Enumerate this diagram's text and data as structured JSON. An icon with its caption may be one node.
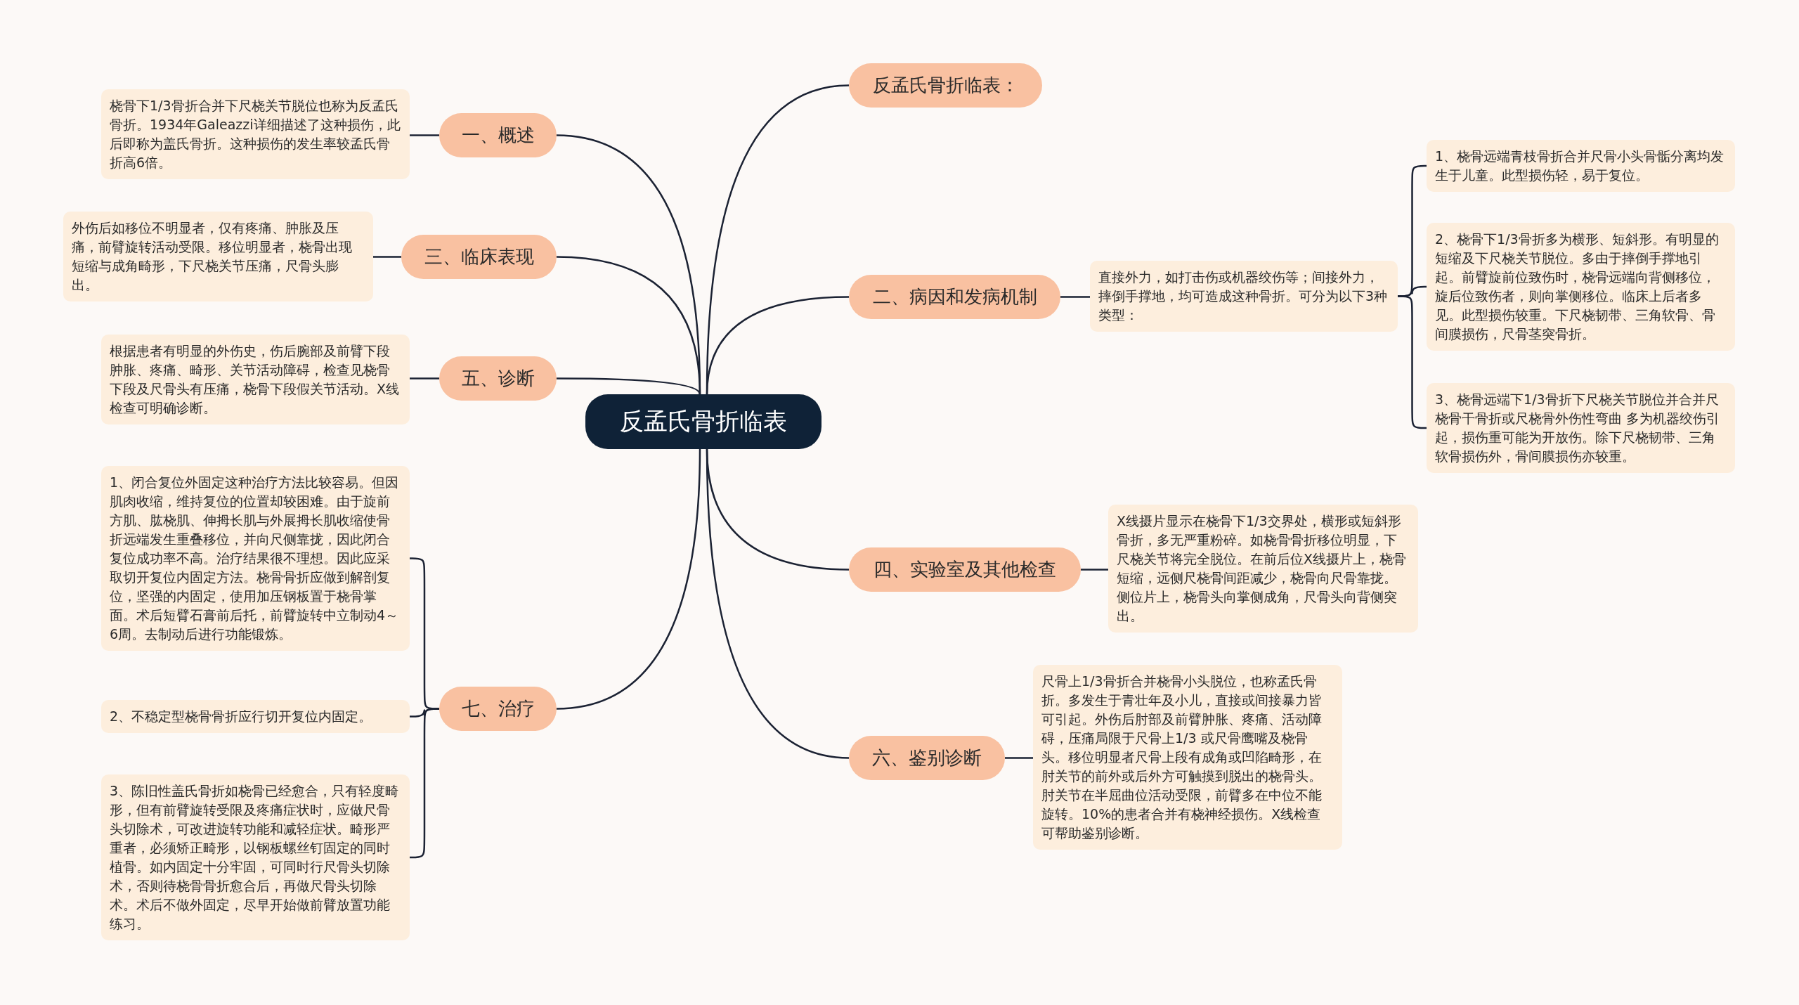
{
  "diagram": {
    "nodes": [
      {
        "text": [
          "反孟氏骨折临表"
        ]
      },
      {
        "text": [
          "反孟氏骨折临表："
        ]
      },
      {
        "text": [
          "一、概述"
        ]
      },
      {
        "text": [
          "桡骨下1/3骨折合并下尺桡关节脱位也称为反孟氏骨折。1934年Galeazzi详细描述了这种损伤，此后即称为盖氏骨折。这种损伤的发生率较孟氏骨折高6倍。"
        ]
      },
      {
        "text": [
          "二、病因和发病机制"
        ]
      },
      {
        "text": [
          "直接外力，如打击伤或机器绞伤等；间接外力，摔倒手撑地，均可造成这种骨折。可分为以下3种类型："
        ]
      },
      {
        "text": [
          "1、桡骨远端青枝骨折合并尺骨小头骨骺分离均发生于儿童。此型损伤轻，易于复位。"
        ]
      },
      {
        "text": [
          "2、桡骨下1/3骨折多为横形、短斜形。有明显的短缩及下尺桡关节脱位。多由于摔倒手撑地引起。前臂旋前位致伤时，桡骨远端向背侧移位，旋后位致伤者，则向掌侧移位。临床上后者多见。此型损伤较重。下尺桡韧带、三角软骨、骨间膜损伤，尺骨茎突骨折。"
        ]
      },
      {
        "text": [
          "3、桡骨远端下1/3骨折下尺桡关节脱位并合并尺桡骨干骨折或尺桡骨外伤性弯曲 多为机器绞伤引起，损伤重可能为开放伤。除下尺桡韧带、三角软骨损伤外，骨间膜损伤亦较重。"
        ]
      },
      {
        "text": [
          "三、临床表现"
        ]
      },
      {
        "text": [
          "外伤后如移位不明显者，仅有疼痛、肿胀及压痛，前臂旋转活动受限。移位明显者，桡骨出现短缩与成角畸形，下尺桡关节压痛，尺骨头膨出。"
        ]
      },
      {
        "text": [
          "四、实验室及其他检查"
        ]
      },
      {
        "text": [
          "X线摄片显示在桡骨下1/3交界处，横形或短斜形骨折，多无严重粉碎。如桡骨骨折移位明显，下尺桡关节将完全脱位。在前后位X线摄片上，桡骨短缩，远侧尺桡骨间距减少，桡骨向尺骨靠拢。侧位片上，桡骨头向掌侧成角，尺骨头向背侧突出。"
        ]
      },
      {
        "text": [
          "五、诊断"
        ]
      },
      {
        "text": [
          "根据患者有明显的外伤史，伤后腕部及前臂下段肿胀、疼痛、畸形、关节活动障碍，检查见桡骨下段及尺骨头有压痛，桡骨下段假关节活动。X线检查可明确诊断。"
        ]
      },
      {
        "text": [
          "六、鉴别诊断"
        ]
      },
      {
        "text": [
          "尺骨上1/3骨折合并桡骨小头脱位，也称孟氏骨折。多发生于青壮年及小儿，直接或间接暴力皆可引起。外伤后肘部及前臂肿胀、疼痛、活动障碍，压痛局限于尺骨上1/3 或尺骨鹰嘴及桡骨头。移位明显者尺骨上段有成角或凹陷畸形，在肘关节的前外或后外方可触摸到脱出的桡骨头。肘关节在半屈曲位活动受限，前臂多在中位不能旋转。10%的患者合并有桡神经损伤。X线检查可帮助鉴别诊断。"
        ]
      },
      {
        "text": [
          "七、治疗"
        ]
      },
      {
        "text": [
          "1、闭合复位外固定这种治疗方法比较容易。但因肌肉收缩，维持复位的位置却较困难。由于旋前方肌、肱桡肌、伸拇长肌与外展拇长肌收缩使骨折远端发生重叠移位，并向尺侧靠拢，因此闭合复位成功率不高。治疗结果很不理想。因此应采取切开复位内固定方法。桡骨骨折应做到解剖复位，坚强的内固定，使用加压钢板置于桡骨掌面。术后短臂石膏前后托，前臂旋转中立制动4～6周。去制动后进行功能锻炼。"
        ]
      },
      {
        "text": [
          "2、不稳定型桡骨骨折应行切开复位内固定。"
        ]
      },
      {
        "text": [
          "3、陈旧性盖氏骨折如桡骨已经愈合，只有轻度畸形，但有前臂旋转受限及疼痛症状时，应做尺骨头切除术，可改进旋转功能和减轻症状。畸形严重者，必须矫正畸形，以钢板螺丝钉固定的同时植骨。如内固定十分牢固，可同时行尺骨头切除术，否则待桡骨骨折愈合后，再做尺骨头切除术。术后不做外固定，尽早开始做前臂放置功能练习。"
        ]
      }
    ],
    "edges": [
      {
        "from": 0,
        "to": 1,
        "arrow": "none"
      },
      {
        "from": 0,
        "to": 2,
        "arrow": "none"
      },
      {
        "from": 2,
        "to": 3,
        "arrow": "none"
      },
      {
        "from": 0,
        "to": 4,
        "arrow": "none"
      },
      {
        "from": 4,
        "to": 5,
        "arrow": "none"
      },
      {
        "from": 5,
        "to": 6,
        "arrow": "none"
      },
      {
        "from": 5,
        "to": 7,
        "arrow": "none"
      },
      {
        "from": 5,
        "to": 8,
        "arrow": "none"
      },
      {
        "from": 0,
        "to": 9,
        "arrow": "none"
      },
      {
        "from": 9,
        "to": 10,
        "arrow": "none"
      },
      {
        "from": 0,
        "to": 11,
        "arrow": "none"
      },
      {
        "from": 11,
        "to": 12,
        "arrow": "none"
      },
      {
        "from": 0,
        "to": 13,
        "arrow": "none"
      },
      {
        "from": 13,
        "to": 14,
        "arrow": "none"
      },
      {
        "from": 0,
        "to": 15,
        "arrow": "none"
      },
      {
        "from": 15,
        "to": 16,
        "arrow": "none"
      },
      {
        "from": 0,
        "to": 17,
        "arrow": "none"
      },
      {
        "from": 17,
        "to": 18,
        "arrow": "none"
      },
      {
        "from": 17,
        "to": 19,
        "arrow": "none"
      },
      {
        "from": 17,
        "to": 20,
        "arrow": "none"
      }
    ]
  }
}
